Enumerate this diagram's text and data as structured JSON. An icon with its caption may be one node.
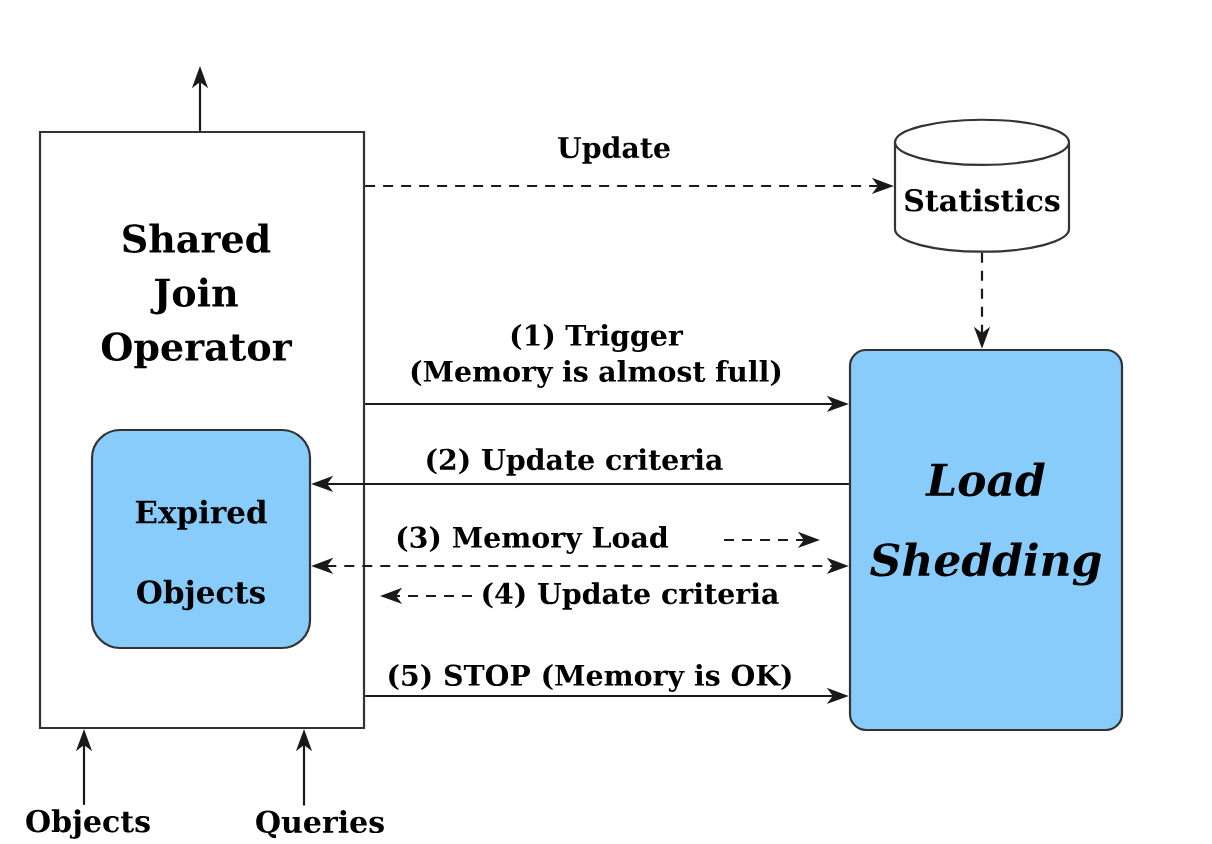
{
  "diagram": {
    "nodes": [
      {
        "text": [
          "Shared Join Operator"
        ]
      },
      {
        "text": [
          "Expired Objects"
        ],
        "in": 0
      },
      {
        "text": [
          "Statistics"
        ]
      },
      {
        "text": [
          "Load Shedding"
        ]
      },
      {
        "text": [
          "Objects"
        ]
      },
      {
        "text": [
          "Queries"
        ]
      }
    ],
    "edges": [
      {
        "from": 0,
        "to": null,
        "arrow": "to"
      },
      {
        "from": 0,
        "to": 2,
        "arrow": "to",
        "label": "Update",
        "style": "dashed"
      },
      {
        "from": 2,
        "to": 3,
        "arrow": "to",
        "style": "dashed"
      },
      {
        "from": 0,
        "to": 3,
        "arrow": "to",
        "label": "(1) Trigger (Memory is almost full)"
      },
      {
        "from": 3,
        "to": 1,
        "arrow": "to",
        "label": "(2) Update criteria"
      },
      {
        "from": 1,
        "to": 3,
        "arrow": "both",
        "label": "(3) Memory Load",
        "style": "dashed"
      },
      {
        "from": 0,
        "to": 3,
        "arrow": "to",
        "label": "(5) STOP (Memory is OK)"
      },
      {
        "from": 4,
        "to": 0,
        "arrow": "to"
      },
      {
        "from": 5,
        "to": 0,
        "arrow": "to"
      }
    ],
    "labels": [
      "(4) Update criteria"
    ]
  }
}
